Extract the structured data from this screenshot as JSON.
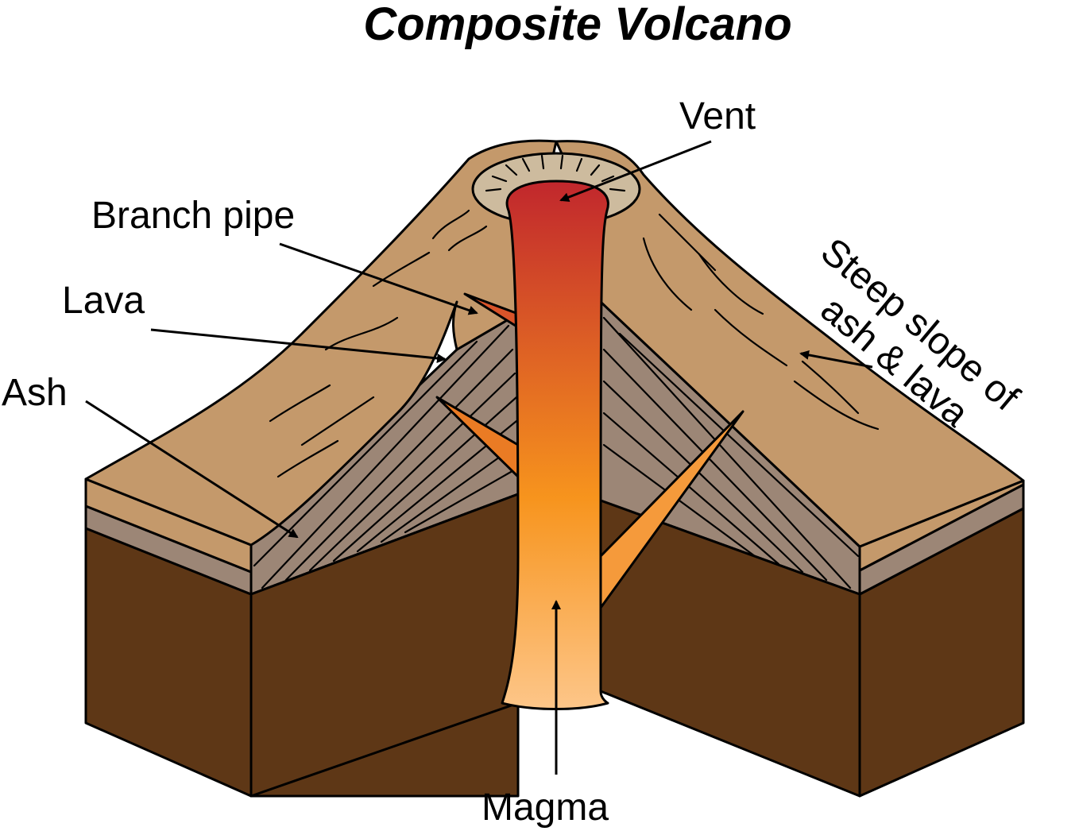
{
  "title": "Composite Volcano",
  "labels": {
    "vent": "Vent",
    "branch_pipe": "Branch pipe",
    "lava": "Lava",
    "ash": "Ash",
    "magma": "Magma",
    "steep_slope_line1": "Steep slope of",
    "steep_slope_line2": "ash & lava"
  },
  "colors": {
    "slope_surface": "#c4996b",
    "ash_layer": "#9c8676",
    "ground_front": "#5e3716",
    "crater_rim": "#cdbb9e",
    "magma_top": "#c1272d",
    "magma_mid": "#f7941d",
    "magma_bottom": "#fdc689"
  }
}
